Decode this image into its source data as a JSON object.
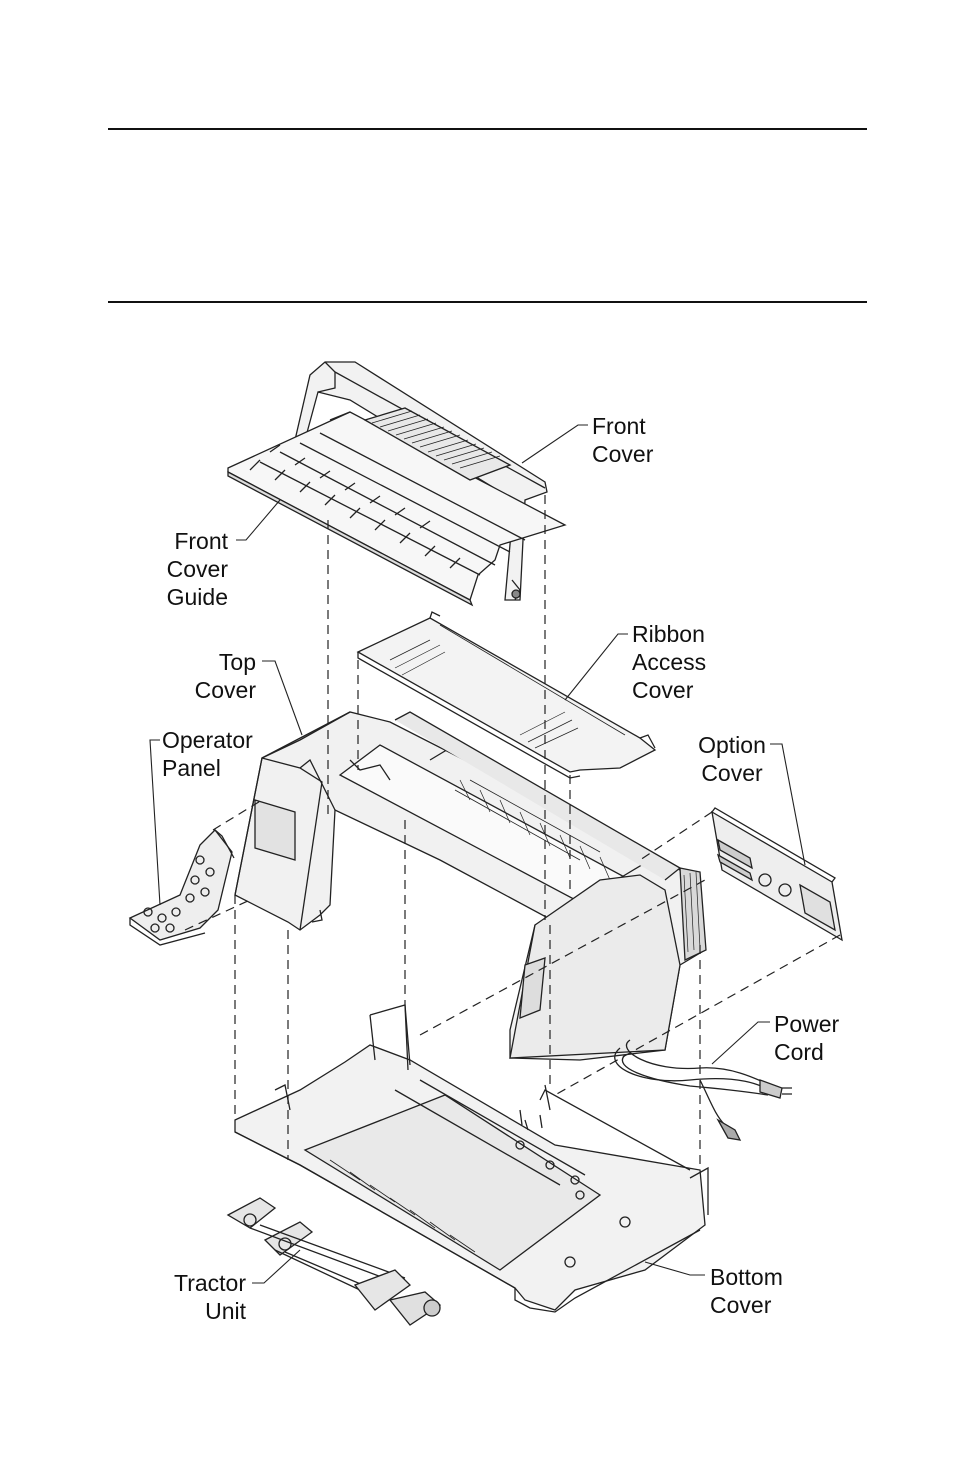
{
  "labels": {
    "front_cover": [
      "Front",
      "Cover"
    ],
    "front_cover_guide": [
      "Front",
      "Cover",
      "Guide"
    ],
    "ribbon_access_cover": [
      "Ribbon",
      "Access",
      "Cover"
    ],
    "top_cover": [
      "Top",
      "Cover"
    ],
    "operator_panel": [
      "Operator",
      "Panel"
    ],
    "option_cover": [
      "Option",
      "Cover"
    ],
    "power_cord": [
      "Power",
      "Cord"
    ],
    "tractor_unit": [
      "Tractor",
      "Unit"
    ],
    "bottom_cover": [
      "Bottom",
      "Cover"
    ]
  },
  "colors": {
    "line": "#222222",
    "part_fill": "#f2f2f2",
    "shade": "#d9d9d9"
  }
}
